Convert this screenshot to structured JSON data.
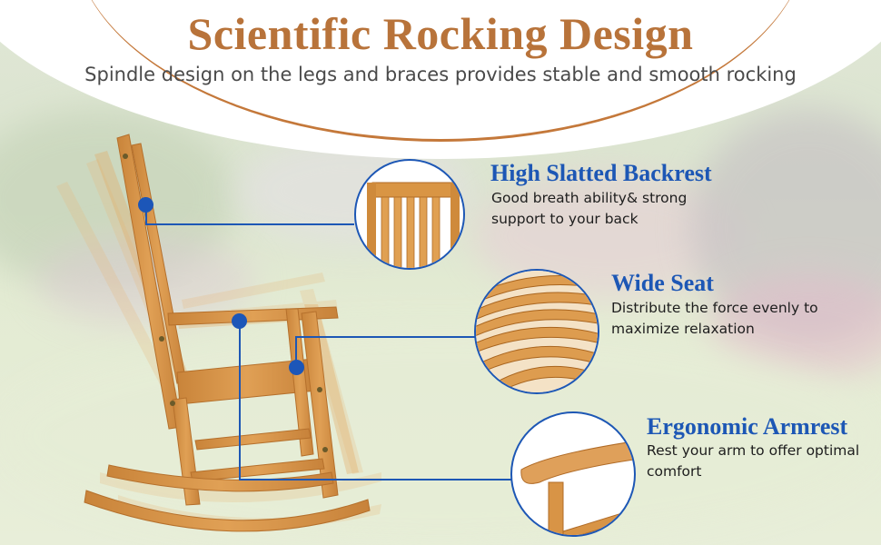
{
  "header": {
    "title": "Scientific Rocking Design",
    "subtitle": "Spindle design on the legs and braces provides stable and smooth rocking"
  },
  "features": [
    {
      "title": "High Slatted Backrest",
      "description_line1": "Good breath ability& strong",
      "description_line2": "support to your back",
      "icon": "backrest-closeup"
    },
    {
      "title": "Wide Seat",
      "description_line1": "Distribute the force evenly to",
      "description_line2": "maximize relaxation",
      "icon": "seat-closeup"
    },
    {
      "title": "Ergonomic Armrest",
      "description_line1": "Rest your arm to offer optimal",
      "description_line2": "comfort",
      "icon": "armrest-closeup"
    }
  ],
  "colors": {
    "title": "#b8733a",
    "accent_blue": "#1d57b5",
    "wood": "#d9933f",
    "wood_light": "#e9b56d",
    "header_line": "#c4783a"
  }
}
